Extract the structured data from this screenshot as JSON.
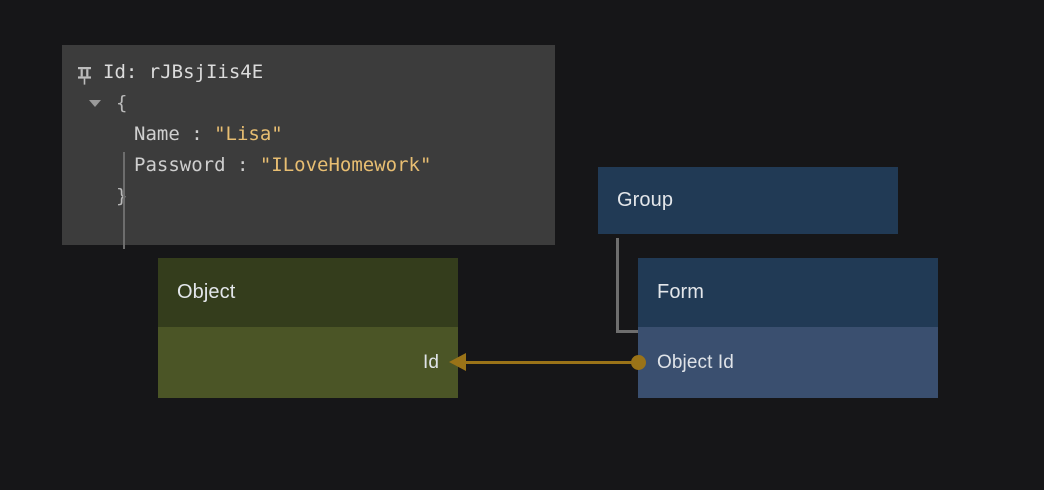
{
  "canvas": {
    "background_color": "#161618"
  },
  "inspector_popup": {
    "name": "json-inspector-popup",
    "background_color": "#3c3c3c",
    "pin_icon": "pin-icon",
    "title": "Id: rJBsjIis4E",
    "expand_state": "expanded",
    "open_brace": "{",
    "close_brace": "}",
    "entries": [
      {
        "key": "Name",
        "separator": ":",
        "value": "\"Lisa\""
      },
      {
        "key": "Password",
        "separator": ":",
        "value": "\"ILoveHomework\""
      }
    ],
    "value_color": "#e8be72",
    "key_color": "#cfcfcf"
  },
  "nodes": {
    "object": {
      "title": "Object",
      "header_color": "#343d1c",
      "body_color": "#4b5526",
      "fields": [
        {
          "label": "Id",
          "align": "right"
        }
      ]
    },
    "group": {
      "title": "Group",
      "header_color": "#213a55",
      "fields": []
    },
    "form": {
      "title": "Form",
      "header_color": "#213a55",
      "body_color": "#3a4f6f",
      "fields": [
        {
          "label": "Object Id",
          "align": "left"
        }
      ]
    }
  },
  "connectors": {
    "group_to_form": {
      "type": "containment-bracket",
      "color": "#6e6e6e"
    },
    "form_object_id_to_object_id": {
      "type": "relationship-arrow",
      "color": "#9a7318",
      "source": "Object Id",
      "target": "Id",
      "direction": "right-to-left"
    }
  }
}
